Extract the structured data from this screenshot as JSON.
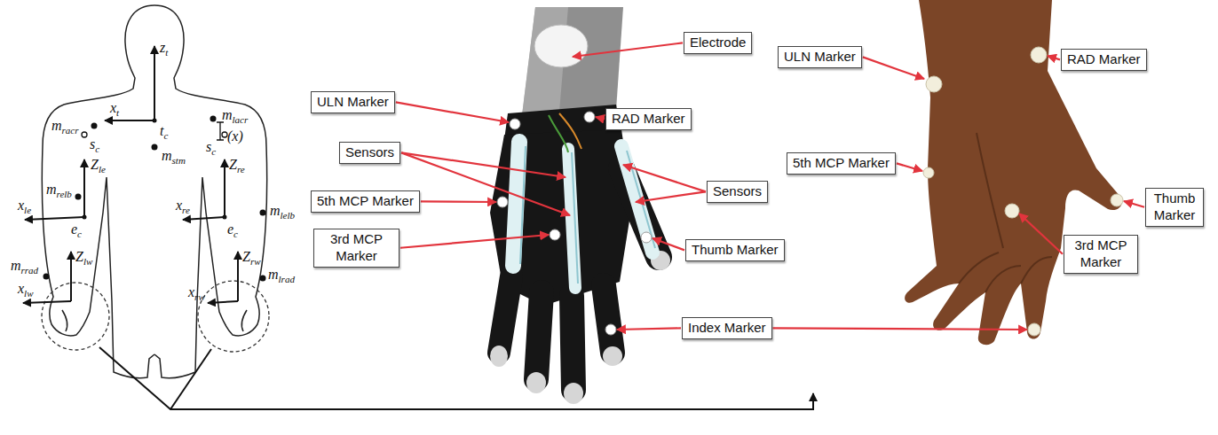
{
  "diagram": {
    "nodes": [
      {
        "text": [
          "Electrode"
        ]
      },
      {
        "text": [
          "ULN Marker"
        ]
      },
      {
        "text": [
          "RAD Marker"
        ]
      },
      {
        "text": [
          "ULN Marker"
        ]
      },
      {
        "text": [
          "RAD Marker"
        ]
      },
      {
        "text": [
          "Sensors"
        ]
      },
      {
        "text": [
          "5th MCP Marker"
        ]
      },
      {
        "text": [
          "Sensors"
        ]
      },
      {
        "text": [
          "5th MCP Marker"
        ]
      },
      {
        "text": [
          "Thumb Marker"
        ]
      },
      {
        "text": [
          "3rd MCP Marker"
        ]
      },
      {
        "text": [
          "Thumb Marker"
        ]
      },
      {
        "text": [
          "3rd MCP Marker"
        ]
      },
      {
        "text": [
          "Index Marker"
        ]
      }
    ],
    "labels": [
      "zt",
      "xt",
      "tc",
      "mracr",
      "mlacr",
      "(x)",
      "sc",
      "sc",
      "mstm",
      "Zle",
      "Zre",
      "mrelb",
      "xle",
      "ec",
      "xre",
      "ec",
      "mlelb",
      "Zlw",
      "Zrw",
      "mrrad",
      "xlw",
      "xrw",
      "mlrad"
    ]
  }
}
